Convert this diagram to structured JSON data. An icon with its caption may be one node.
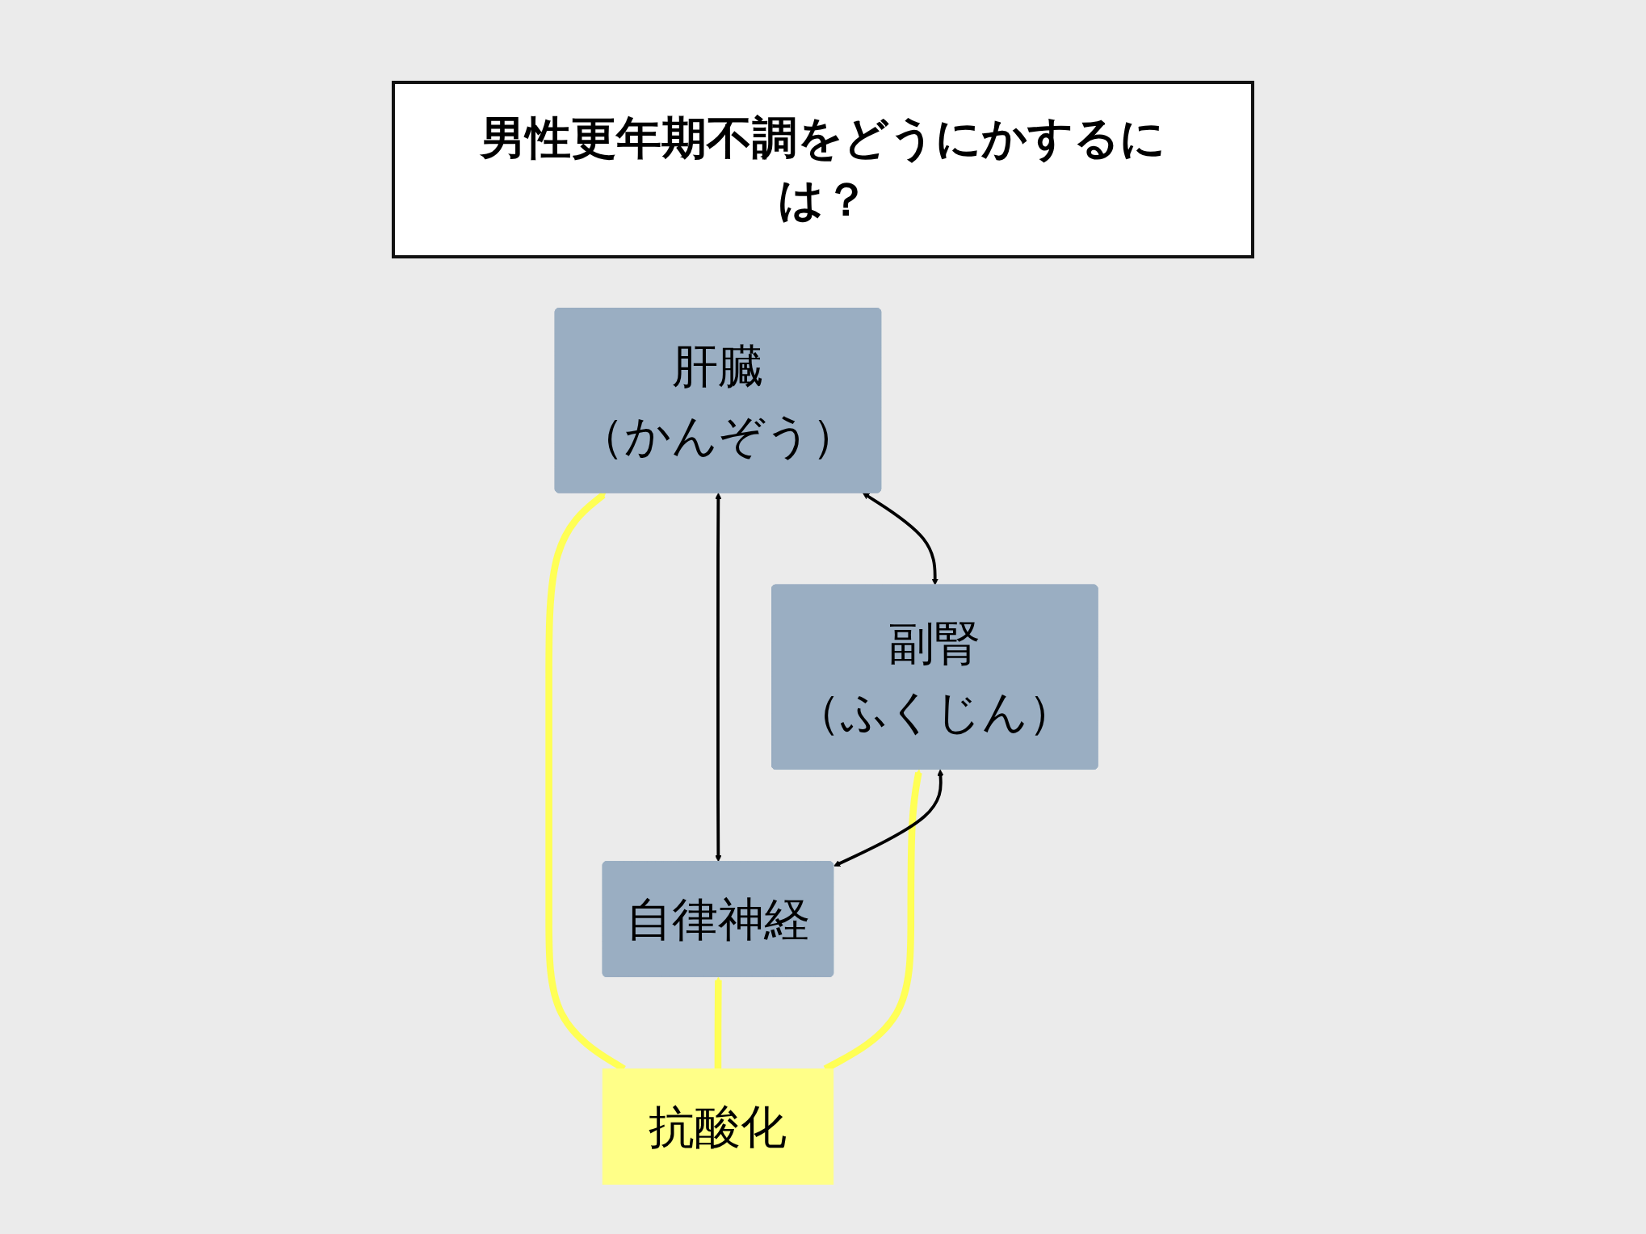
{
  "diagram": {
    "title": "男性更年期不調をどうにかするには？",
    "nodes": [
      {
        "text": [
          "自律神経"
        ]
      },
      {
        "text": [
          "副腎",
          "（ふくじん）"
        ]
      },
      {
        "text": [
          "肝臓",
          "（かんぞう）"
        ]
      },
      {
        "text": [
          "抗酸化"
        ]
      }
    ],
    "edges": [
      {
        "from": 3,
        "to": 0,
        "arrow": "to",
        "style": "thick",
        "color": "#ffff55"
      },
      {
        "from": 3,
        "to": 1,
        "arrow": "to",
        "style": "thick",
        "color": "#ffff55"
      },
      {
        "from": 3,
        "to": 2,
        "arrow": "to",
        "style": "thick",
        "color": "#ffff55"
      },
      {
        "from": 0,
        "to": 1,
        "arrow": "both",
        "color": "#000000"
      },
      {
        "from": 0,
        "to": 2,
        "arrow": "both",
        "color": "#000000"
      },
      {
        "from": 1,
        "to": 2,
        "arrow": "both",
        "color": "#000000"
      }
    ]
  }
}
